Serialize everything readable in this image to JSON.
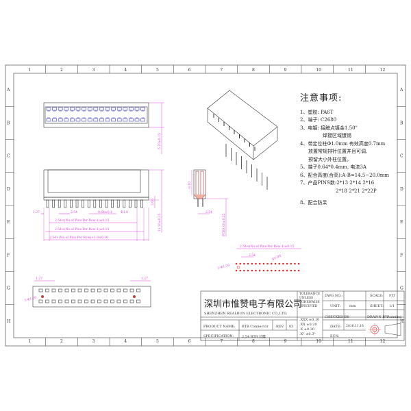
{
  "frame": {
    "columns": [
      "1",
      "2",
      "3",
      "4",
      "5",
      "6",
      "7",
      "8",
      "9",
      "10",
      "11",
      "12"
    ],
    "rows": [
      "A",
      "B",
      "C",
      "D",
      "E",
      "F",
      "G",
      "H"
    ]
  },
  "notes": {
    "title": "注意事项:",
    "items": [
      "1、塑胶: PA6T",
      "2、端子: C2680",
      "3、电镀: 接触点镀金1.50\"",
      "焊接区域镀锡",
      "4、带定位柱Φ1.0mm 有效高度0.7mm",
      "放置常规排针位置并且可调,",
      "预留大小外柱位置。",
      "5、端子0.64*0.4mm, 电流3A",
      "6、配合高度(合高):A-B=14.5~20.0mm",
      "7、产品PINS数:2*13 2*14 2*16",
      "2*18 2*21 2*22P",
      "8、配合防呆"
    ]
  },
  "dims": {
    "top_height": "5.70±0.15",
    "pitch_half": "1.27",
    "pitch": "2.54",
    "pin_size": "0.64±0.1",
    "post": "Φ1.0",
    "front_h": "3.00",
    "front_total": "11.10±0.15",
    "row_a": "2.54×(No.of Pins Per Row-1)±0.15",
    "row_b": "2.54×(No.of Pins Per Row-1)±0.15",
    "row_c": "2.54×(No.of Pins Per Row)+1.8±0.30",
    "side_h": "6.10",
    "side_pitch": "2.54",
    "pcb": "PCB3.00±0.25",
    "fp_len": "2.54×(No.of Pins Per Row-1)±0.15",
    "fp_pitch": "2.54",
    "fp_hole": "Φ1.00",
    "fp_post": "2-Φ1.20",
    "bot_left": "1.27",
    "bot_right": "1.27",
    "bot_post": "2-Φ1.20"
  },
  "title_block": {
    "company_cn": "深圳市惟赞电子有限公司",
    "company_en": "SHENZHEN REALRUN ELECTRONIC CO.,LTD.",
    "tolerance": "TOLERANCE UNLESS OTHERWISE SPECIFIED",
    "tol_values": [
      ".XXX ±0.10",
      ".XX ±0.20",
      ".X ±0.30",
      ".X° ±0.3°"
    ],
    "dwg_no_label": "DWG NO.:",
    "unit_label": "UNIT:",
    "unit": "mm",
    "checked_label": "CHECKED BY:",
    "date_label": "DATE:",
    "date": "2016.11.16",
    "ecn_label": "ECN:",
    "scale_label": "SCALE:",
    "scale": "FIT",
    "sheet_label": "SHEET:",
    "sheet": "1/1",
    "drawn_label": "DRAWN BY:",
    "drawn": "Running",
    "product_label": "PRODUCT NAME:",
    "product": "BTB Connector",
    "rev_label": "REV:",
    "rev": "03",
    "spec_label": "SPECIFICATION:",
    "spec": "2.54 BTB 公座"
  },
  "colors": {
    "dim": "#e040e0",
    "pin": "#4040c0",
    "outline": "#333333",
    "center": "#e03030"
  }
}
